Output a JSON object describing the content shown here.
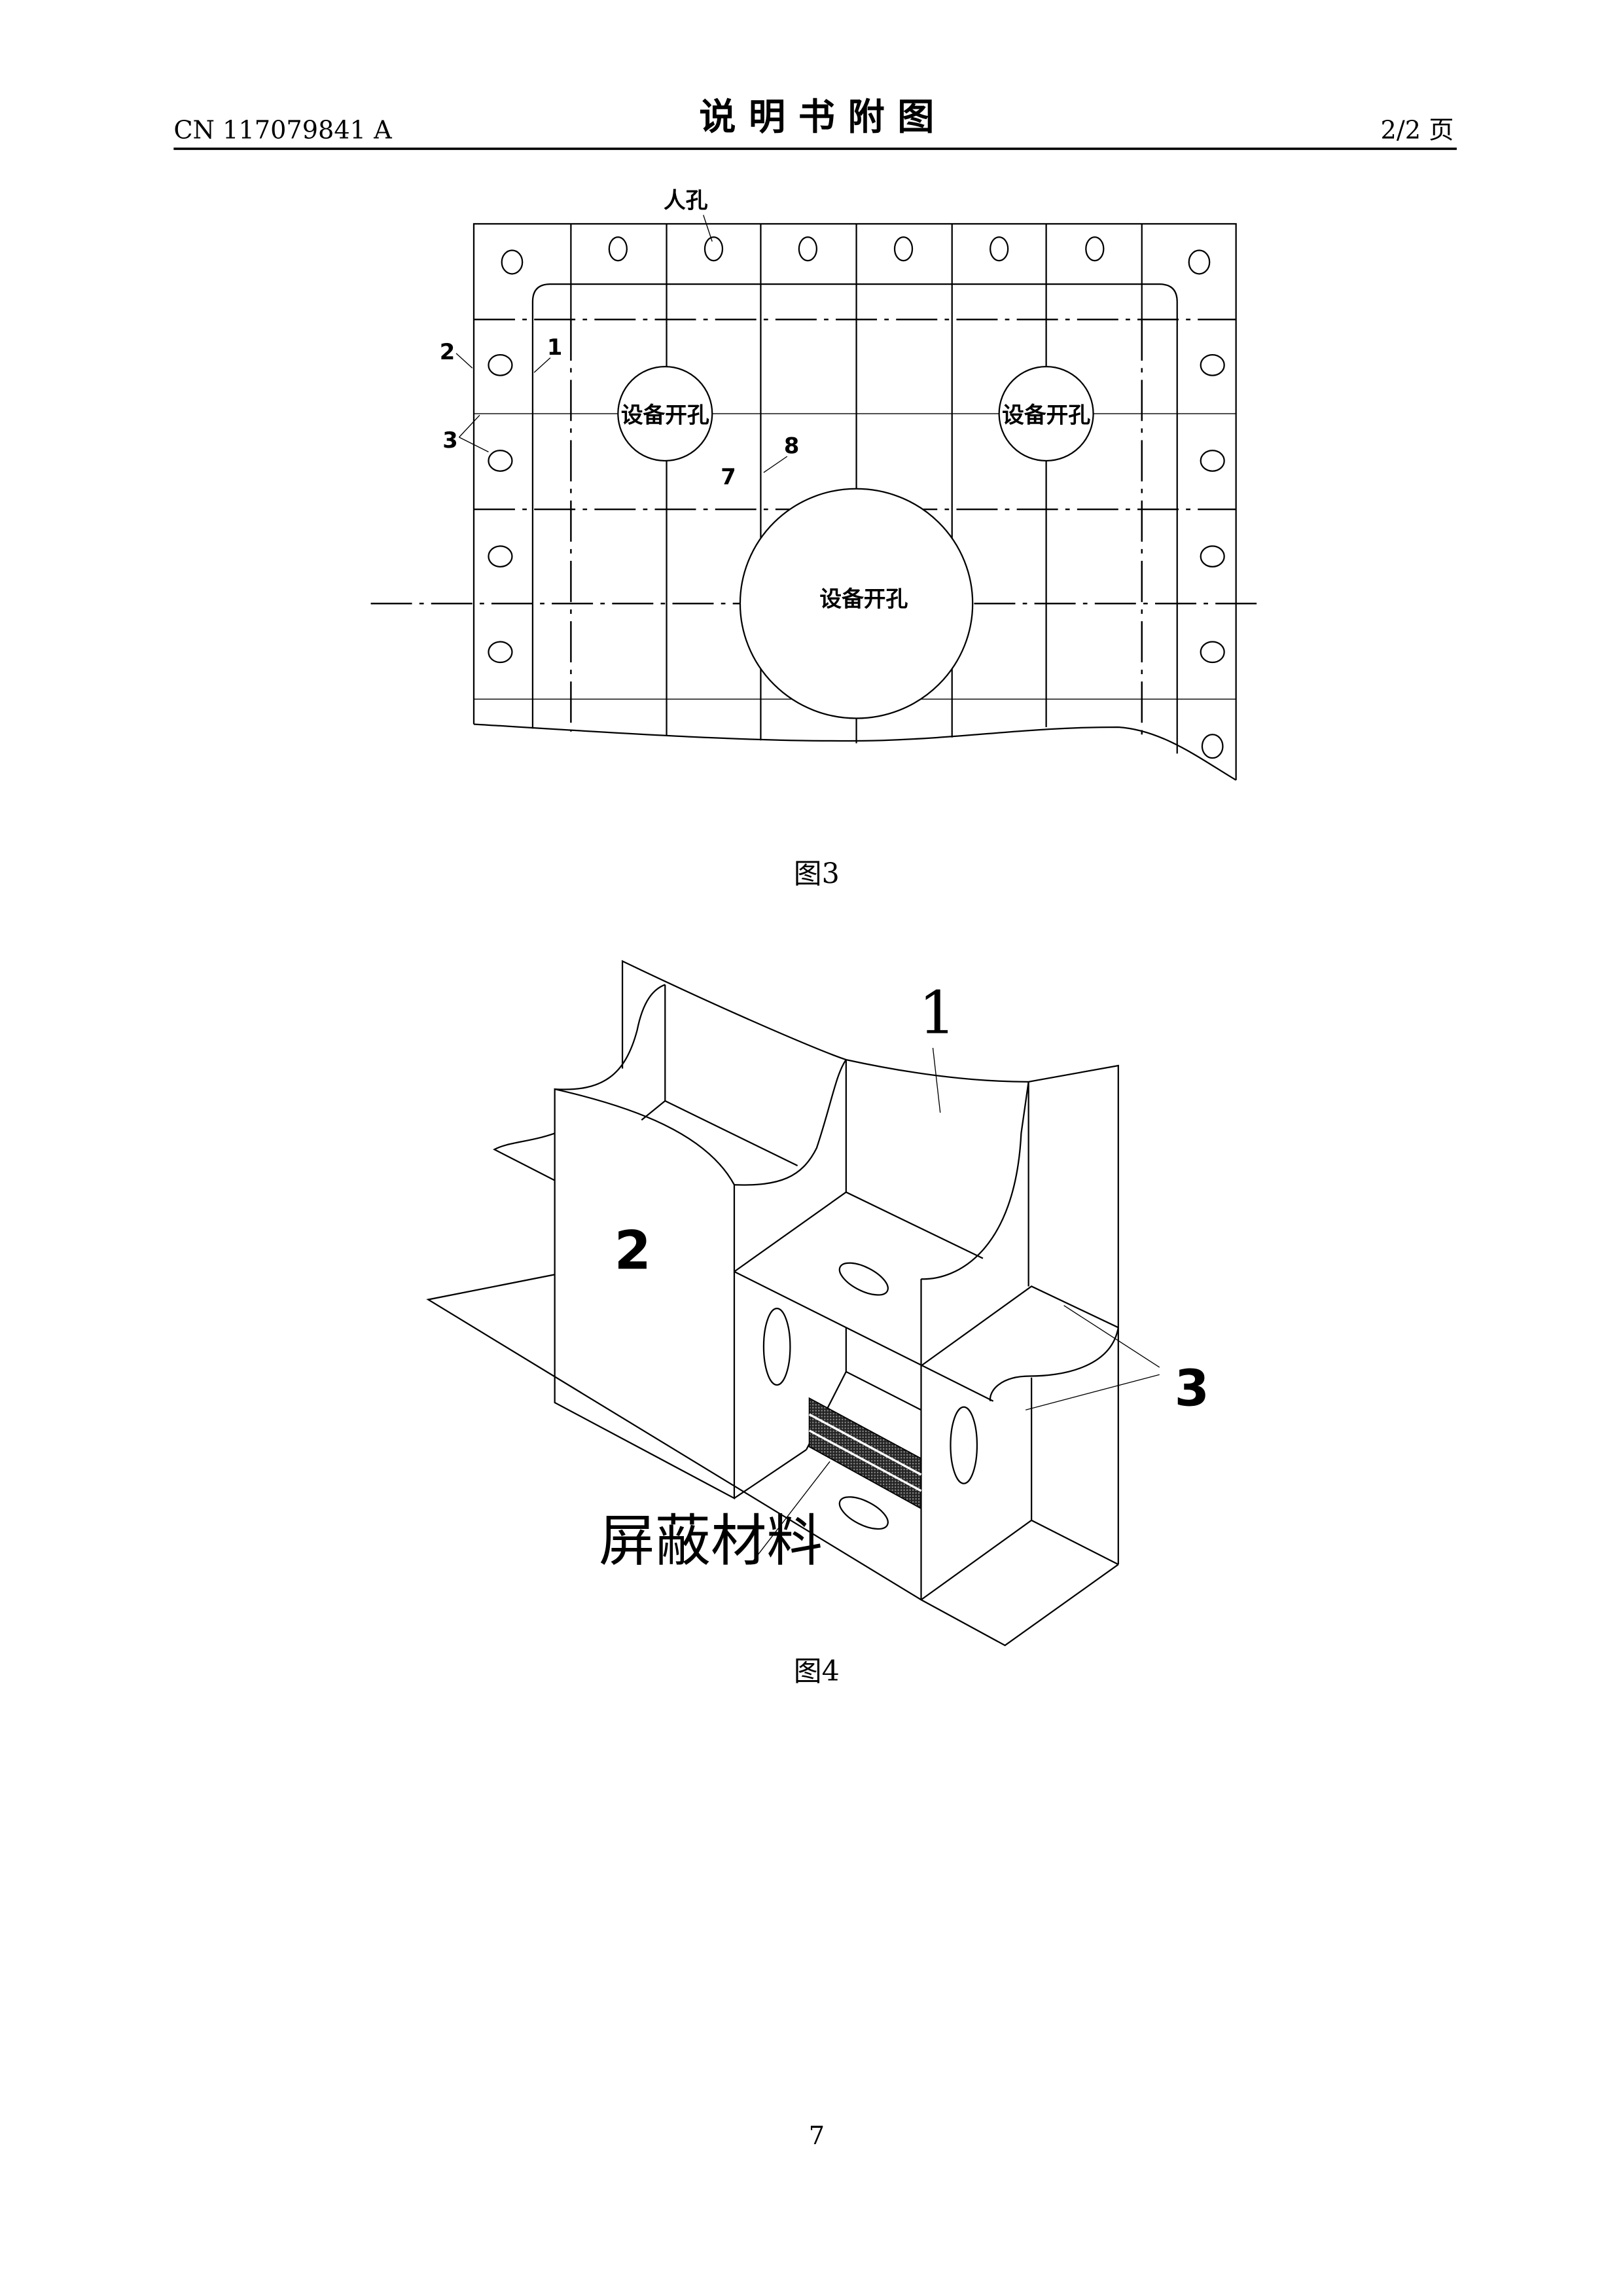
{
  "header": {
    "doc_number": "CN 117079841 A",
    "title": "说 明 书 附 图",
    "page_of": "2/2 页"
  },
  "figure3": {
    "caption": "图3",
    "labels": {
      "manhole": "人孔",
      "equip_hole": "设备开孔",
      "n1": "1",
      "n2": "2",
      "n3": "3",
      "n7": "7",
      "n8": "8"
    }
  },
  "figure4": {
    "caption": "图4",
    "labels": {
      "n1": "1",
      "n2": "2",
      "n3": "3",
      "shield": "屏蔽材料"
    }
  },
  "footer": {
    "page_number": "7"
  }
}
